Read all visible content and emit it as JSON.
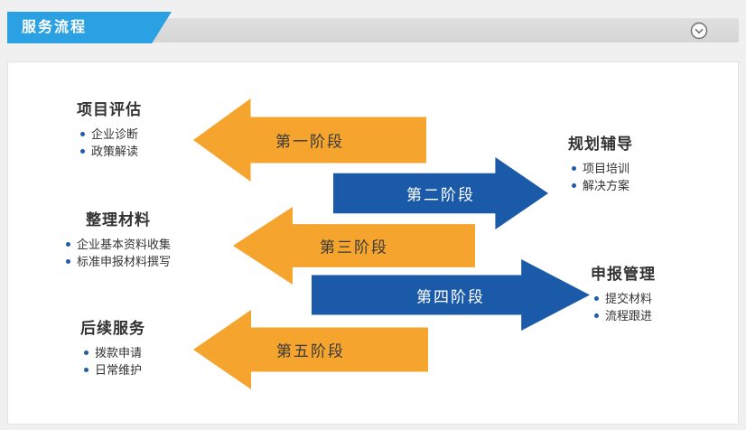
{
  "header": {
    "title": "服务流程"
  },
  "panel": {
    "stages": [
      {
        "id": "project-evaluation",
        "title": "项目评估",
        "bullets": [
          "企业诊断",
          "政策解读"
        ]
      },
      {
        "id": "planning-coaching",
        "title": "规划辅导",
        "bullets": [
          "项目培训",
          "解决方案"
        ]
      },
      {
        "id": "material-preparation",
        "title": "整理材料",
        "bullets": [
          "企业基本资料收集",
          "标准申报材料撰写"
        ]
      },
      {
        "id": "application-management",
        "title": "申报管理",
        "bullets": [
          "提交材料",
          "流程跟进"
        ]
      },
      {
        "id": "follow-up-service",
        "title": "后续服务",
        "bullets": [
          "拨款申请",
          "日常维护"
        ]
      }
    ],
    "arrows": [
      {
        "label": "第一阶段",
        "direction": "left",
        "color": "#f5a42d"
      },
      {
        "label": "第二阶段",
        "direction": "right",
        "color": "#1a5aa8"
      },
      {
        "label": "第三阶段",
        "direction": "left",
        "color": "#f5a42d"
      },
      {
        "label": "第四阶段",
        "direction": "right",
        "color": "#1a5aa8"
      },
      {
        "label": "第五阶段",
        "direction": "left",
        "color": "#f5a42d"
      }
    ]
  },
  "colors": {
    "header_blue": "#2ba0e2",
    "arrow_orange": "#f5a42d",
    "arrow_blue": "#1a5aa8",
    "bullet_blue": "#1e5ca8",
    "bar_gray": "#d9d9d9"
  }
}
